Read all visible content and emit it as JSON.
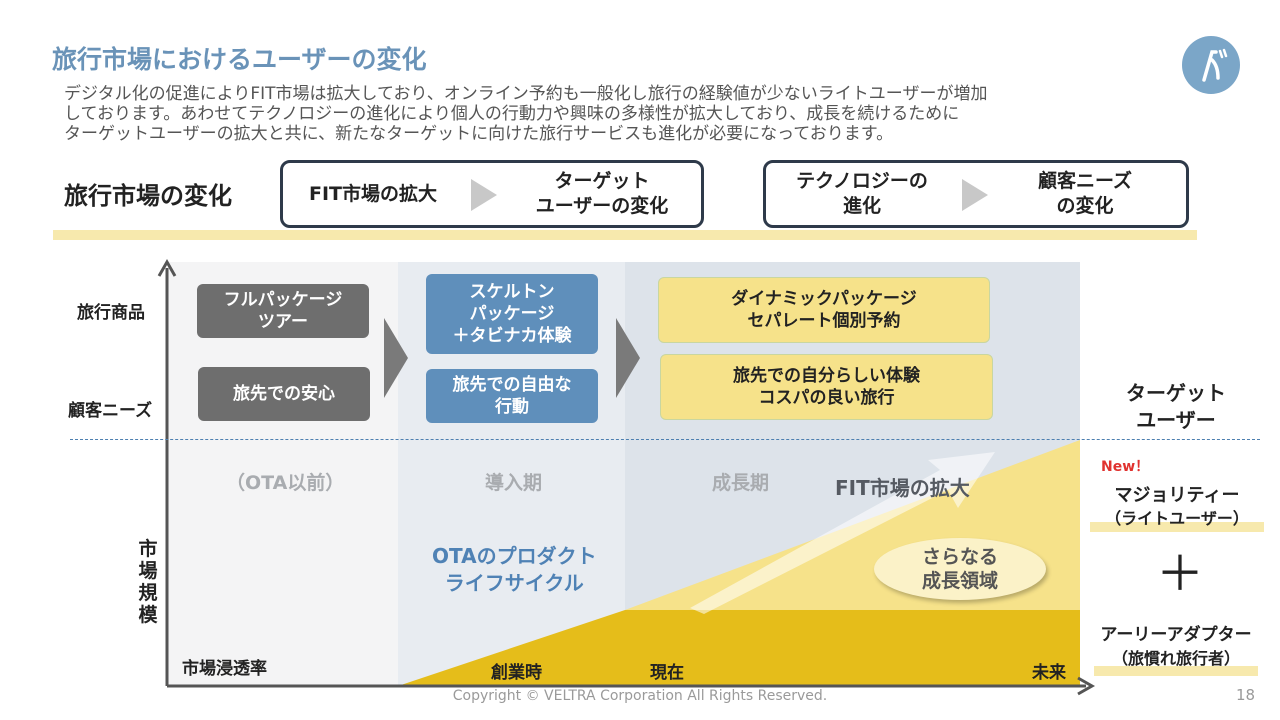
{
  "header": {
    "title": "旅行市場におけるユーザーの変化",
    "logo_icon": "veltra-logo-icon",
    "intro_lines": [
      "デジタル化の促進によりFIT市場は拡大しており、オンライン予約も一般化し旅行の経験値が少ないライトユーザーが増加",
      "しております。あわせてテクノロジーの進化により個人の行動力や興味の多様性が拡大しており、成長を続けるために",
      "ターゲットユーザーの拡大と共に、新たなターゲットに向けた旅行サービスも進化が必要になっております。"
    ]
  },
  "market_change": {
    "label": "旅行市場の変化",
    "pill1": {
      "from": "FIT市場の拡大",
      "to_line1": "ターゲット",
      "to_line2": "ユーザーの変化"
    },
    "pill2": {
      "from_line1": "テクノロジーの",
      "from_line2": "進化",
      "to_line1": "顧客ニーズ",
      "to_line2": "の変化"
    }
  },
  "rows": {
    "product": "旅行商品",
    "needs": "顧客ニーズ"
  },
  "columns": [
    {
      "phase": "（OTA以前）",
      "product": [
        "フルパッケージ",
        "ツアー"
      ],
      "needs": [
        "旅先での安心"
      ]
    },
    {
      "phase": "導入期",
      "product": [
        "スケルトン",
        "パッケージ",
        "＋タビナカ体験"
      ],
      "needs": [
        "旅先での自由な",
        "行動"
      ]
    },
    {
      "phase": "成長期",
      "product": [
        "ダイナミックパッケージ",
        "セパレート個別予約"
      ],
      "needs": [
        "旅先での自分らしい体験",
        "コスパの良い旅行"
      ]
    }
  ],
  "chart": {
    "y_label_chars": [
      "市",
      "場",
      "規",
      "模"
    ],
    "penetration_label": "市場浸透率",
    "ota_lifecycle": [
      "OTAのプロダクト",
      "ライフサイクル"
    ],
    "fit_growth": "FIT市場の拡大",
    "further_growth": [
      "さらなる",
      "成長領域"
    ],
    "timeline": {
      "founding": "創業時",
      "now": "現在",
      "future": "未来"
    }
  },
  "target": {
    "title": [
      "ターゲット",
      "ユーザー"
    ],
    "new_badge": "New！",
    "majority": "マジョリティー",
    "majority_sub": "（ライトユーザー）",
    "plus": "＋",
    "early": "アーリーアダプター",
    "early_sub": "（旅慣れ旅行者）"
  },
  "footer": {
    "copyright": "Copyright © VELTRA Corporation All Rights Reserved.",
    "page": "18"
  },
  "colors": {
    "title_blue": "#6a93b8",
    "accent_yellow": "#f6e28a",
    "deep_yellow": "#e5bd1a",
    "box_gray": "#6e6e6e",
    "box_blue": "#5f8fbb",
    "new_red": "#e0322f"
  }
}
